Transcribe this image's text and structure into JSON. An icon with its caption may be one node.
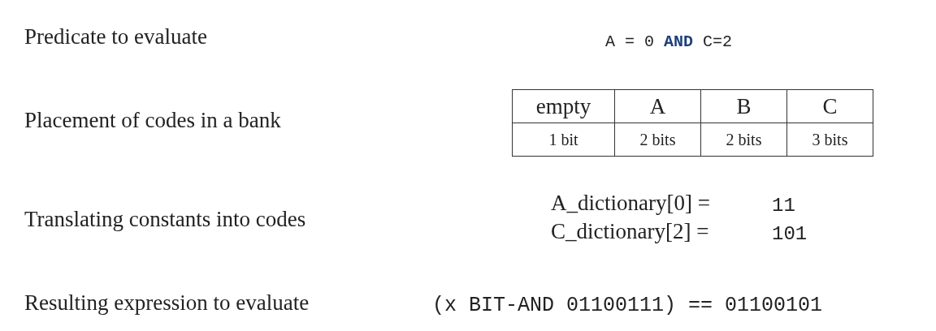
{
  "diagram": {
    "labels": [
      "Predicate to evaluate",
      "A = 0 **AND** C=2",
      "Placement of codes in a bank",
      "empty",
      "A",
      "B",
      "C",
      "1 bit",
      "2 bits",
      "2 bits",
      "3 bits",
      "Translating constants into codes",
      "A_dictionary[0] =",
      "11",
      "C_dictionary[2] =",
      "101",
      "Resulting expression to evaluate",
      "(x BIT-AND 01100111) == 01100101"
    ]
  }
}
